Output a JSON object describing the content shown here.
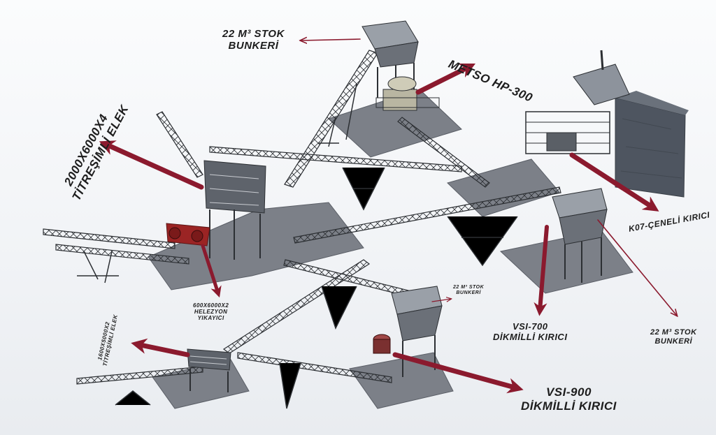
{
  "labels": {
    "stock_bunker_top": {
      "line1": "22 M³ STOK",
      "line2": "BUNKERİ"
    },
    "metso": "METSO HP-300",
    "screen_big": {
      "line1": "2000X6000X4",
      "line2": "TİTREŞİMLİ ELEK"
    },
    "k07": "K07-ÇENELİ KIRICI",
    "helezyon": {
      "line1": "600X6000X2",
      "line2": "HELEZYON",
      "line3": "YIKAYICI"
    },
    "stock_bunker_small": {
      "line1": "22 M³ STOK",
      "line2": "BUNKERİ"
    },
    "vsi700": {
      "line1": "VSI-700",
      "line2": "DİKMİLLİ KIRICI"
    },
    "stock_bunker_right": {
      "line1": "22 M³ STOK",
      "line2": "BUNKERİ"
    },
    "screen_small": {
      "line1": "1600X5000X2",
      "line2": "TİTREŞİMLİ ELEK"
    },
    "vsi900": {
      "line1": "VSI-900",
      "line2": "DİKMİLLİ KIRICI"
    }
  },
  "colors": {
    "arrow": "#8b1a2e",
    "steel_dark": "#2c2f33",
    "steel_mid": "#6b7078",
    "concrete": "#7c8088",
    "rock": "#4e5560",
    "motor": "#9b2424"
  }
}
